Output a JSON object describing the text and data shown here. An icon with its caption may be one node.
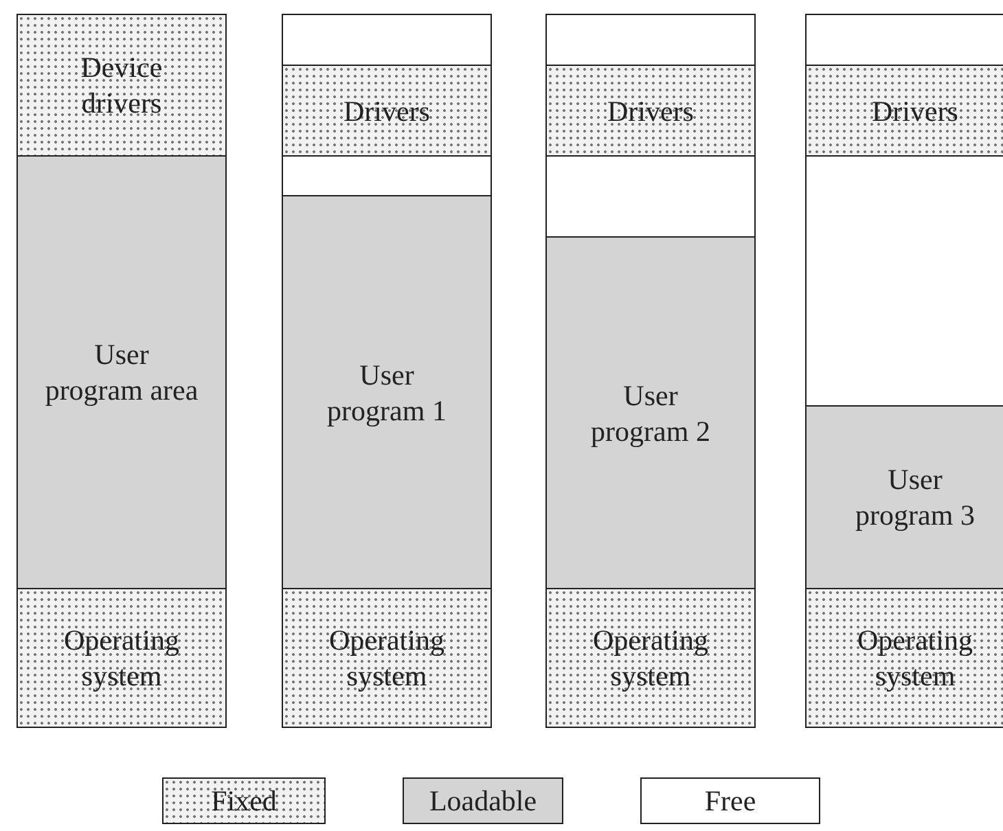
{
  "diagram": {
    "nodes": [
      {
        "text": [
          "Device drivers"
        ]
      },
      {
        "text": [
          "User program area"
        ]
      },
      {
        "text": [
          "Operating system"
        ]
      },
      {
        "text": [],
        "shape": "box"
      },
      {
        "text": [
          "Drivers"
        ]
      },
      {
        "text": [],
        "shape": "box"
      },
      {
        "text": [
          "User program 1"
        ]
      },
      {
        "text": [
          "Operating system"
        ]
      },
      {
        "text": [],
        "shape": "box"
      },
      {
        "text": [
          "Drivers"
        ]
      },
      {
        "text": [],
        "shape": "box"
      },
      {
        "text": [
          "User program 2"
        ]
      },
      {
        "text": [
          "Operating system"
        ]
      },
      {
        "text": [],
        "shape": "box"
      },
      {
        "text": [
          "Drivers"
        ]
      },
      {
        "text": [],
        "shape": "box"
      },
      {
        "text": [
          "User program 3"
        ]
      },
      {
        "text": [
          "Operating system"
        ]
      }
    ],
    "legend": [
      {
        "text": "Fixed",
        "color": "#f2f2f2"
      },
      {
        "text": "Loadable",
        "color": "#d4d4d4"
      },
      {
        "text": "Free",
        "color": "#ffffff"
      }
    ]
  }
}
